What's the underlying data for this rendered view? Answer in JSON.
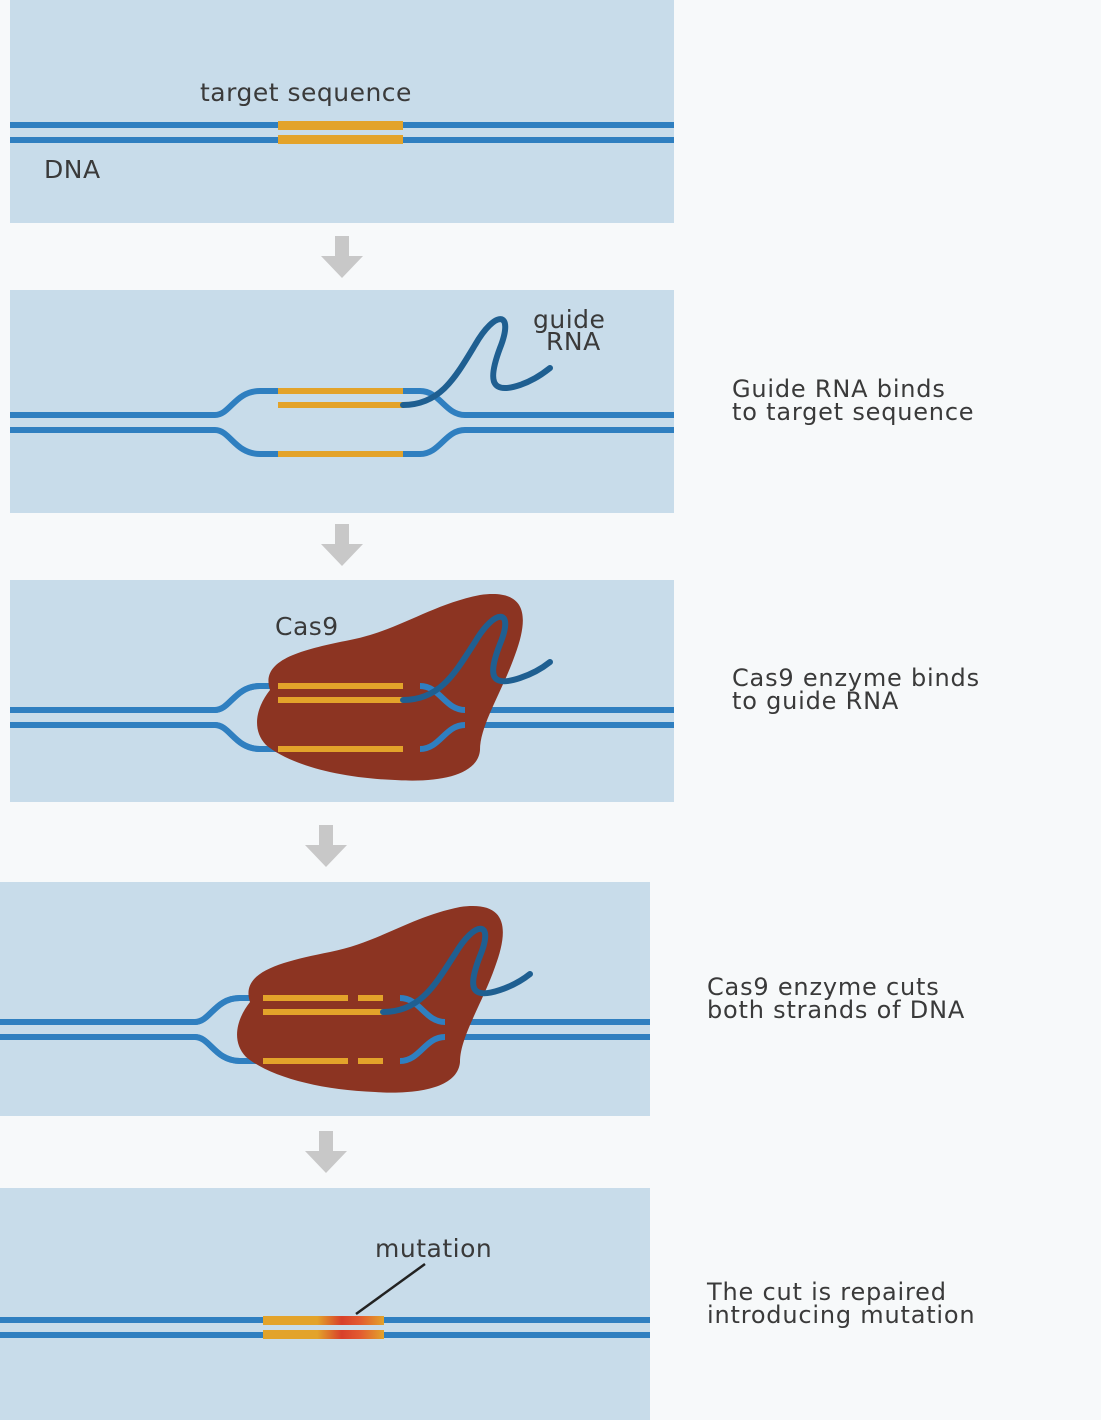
{
  "panel1": {
    "target_label": "target sequence",
    "dna_label": "DNA"
  },
  "panel2": {
    "rna_label_1": "guide",
    "rna_label_2": "RNA"
  },
  "panel3": {
    "cas9_label": "Cas9"
  },
  "panel5": {
    "mutation_label": "mutation"
  },
  "steps": [
    {
      "line1": "Guide RNA binds",
      "line2": "to target sequence"
    },
    {
      "line1": "Cas9 enzyme binds",
      "line2": "to guide RNA"
    },
    {
      "line1": "Cas9 enzyme cuts",
      "line2": "both strands of DNA"
    },
    {
      "line1": "The cut is repaired",
      "line2": "introducing mutation"
    }
  ],
  "colors": {
    "panel": "#c8dcea",
    "dna": "#2f7fc0",
    "target": "#e3a32a",
    "rna": "#1f5f91",
    "cas9": "#8c3422",
    "mutation": "#d8402a",
    "arrow": "#c8c8c8"
  }
}
